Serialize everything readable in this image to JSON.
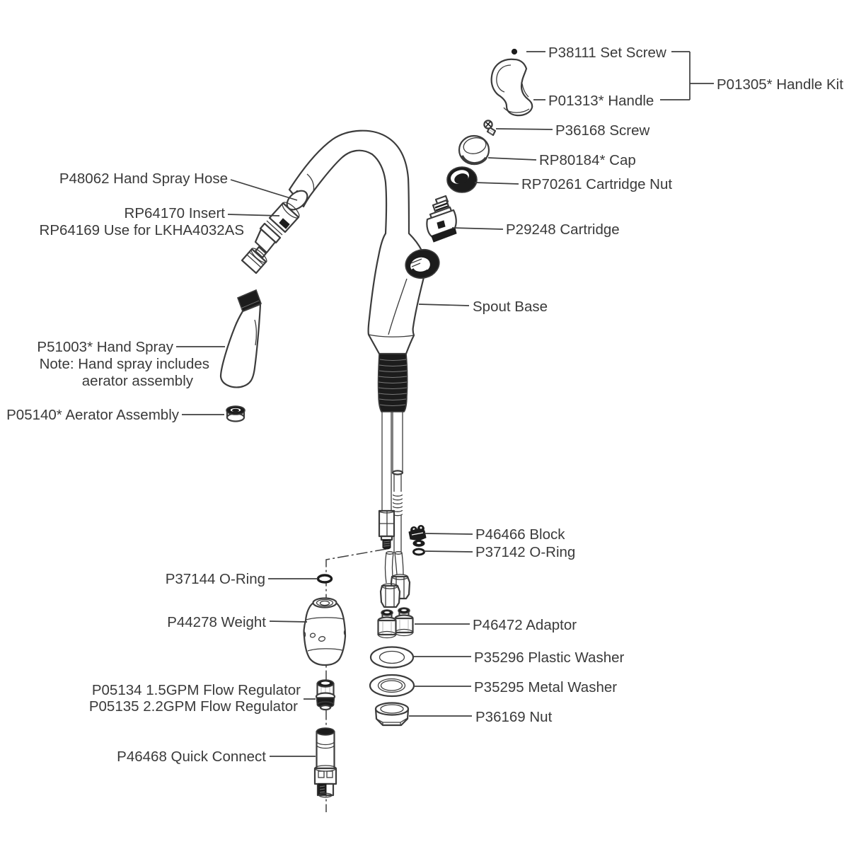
{
  "diagram": {
    "colors": {
      "background": "#ffffff",
      "line": "#3c3c3c",
      "text": "#3a3a3a",
      "dark_fill": "#1c1c1c"
    },
    "labels": {
      "set_screw": "P38111 Set Screw",
      "handle": "P01313* Handle",
      "handle_kit": "P01305* Handle Kit",
      "screw": "P36168 Screw",
      "cap": "RP80184* Cap",
      "cartridge_nut": "RP70261 Cartridge Nut",
      "cartridge": "P29248 Cartridge",
      "spout_base": "Spout Base",
      "hand_spray_hose": "P48062 Hand Spray Hose",
      "insert": "RP64170 Insert",
      "insert_alt": "RP64169 Use for LKHA4032AS",
      "hand_spray": "P51003* Hand Spray",
      "hand_spray_note_line1": "Note: Hand spray includes",
      "hand_spray_note_line2": "aerator assembly",
      "aerator_assembly": "P05140* Aerator Assembly",
      "block": "P46466 Block",
      "oring_37142": "P37142 O-Ring",
      "oring_37144": "P37144 O-Ring",
      "weight": "P44278 Weight",
      "adaptor": "P46472 Adaptor",
      "plastic_washer": "P35296 Plastic Washer",
      "metal_washer": "P35295 Metal Washer",
      "nut": "P36169 Nut",
      "flow_regulator_15": "P05134 1.5GPM Flow Regulator",
      "flow_regulator_22": "P05135 2.2GPM Flow Regulator",
      "quick_connect": "P46468 Quick Connect"
    }
  }
}
